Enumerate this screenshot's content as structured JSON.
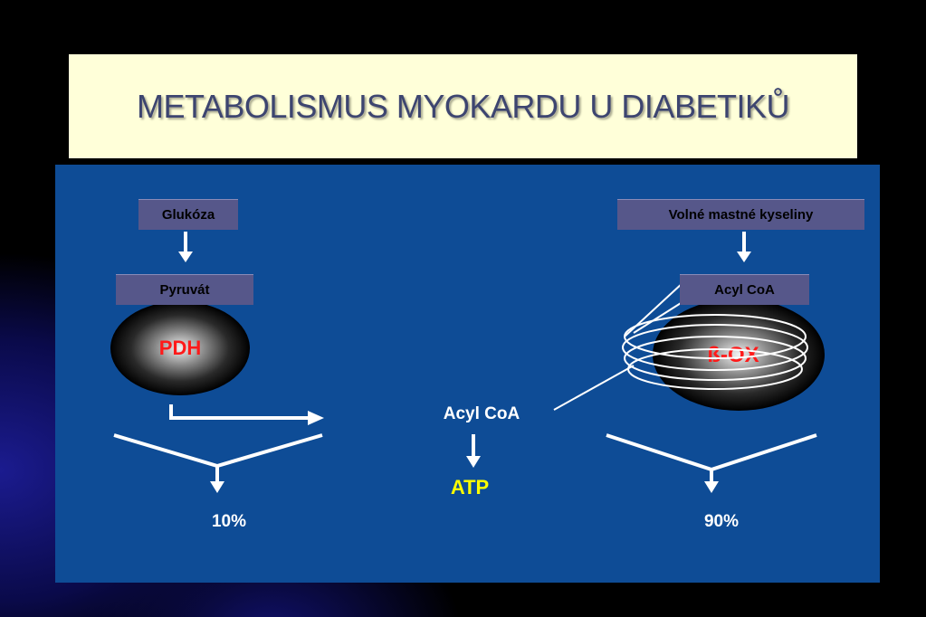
{
  "title": "METABOLISMUS MYOKARDU U DIABETIKŮ",
  "left": {
    "source_label": "Glukóza",
    "intermediate_label": "Pyruvát",
    "enzyme_label": "PDH",
    "percent": "10%"
  },
  "right": {
    "source_label": "Volné mastné kyseliny",
    "intermediate_label": "Acyl CoA",
    "enzyme_label": "ß-OX",
    "percent": "90%"
  },
  "center": {
    "substrate_label": "Acyl CoA",
    "product_label": "ATP"
  },
  "colors": {
    "panel": "#0e4c96",
    "title_bg": "#ffffd9",
    "label_box": "#56578a",
    "enzyme_text": "#ff1a1a",
    "atp_text": "#ffff00"
  }
}
